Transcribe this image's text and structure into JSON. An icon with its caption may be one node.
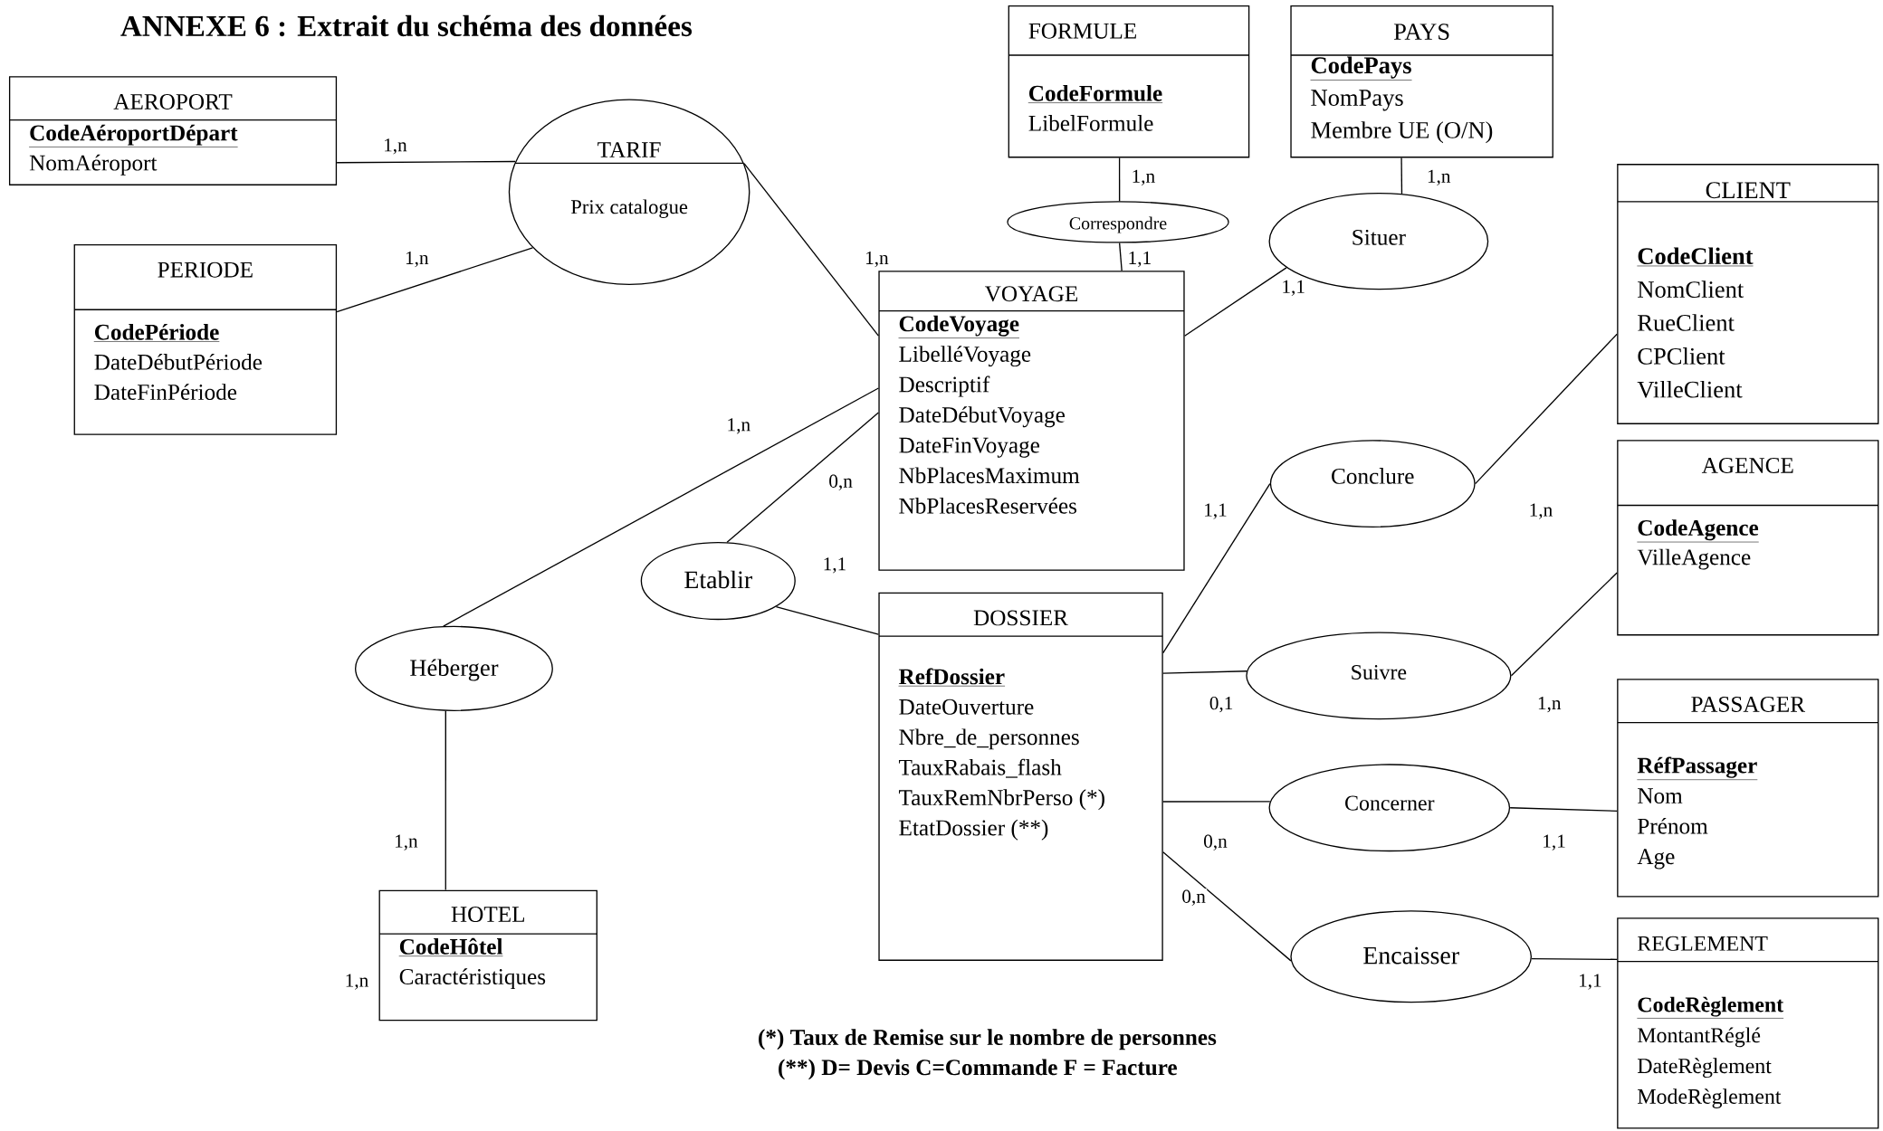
{
  "diagram": {
    "title": "ANNEXE 6 : Extrait du schéma des données",
    "nodes": [
      {
        "text": [
          "AEROPORT",
          "CodeAéroportDépart",
          "NomAéroport"
        ]
      },
      {
        "text": [
          "TARIF",
          "Prix catalogue"
        ]
      },
      {
        "text": [
          "PERIODE",
          "CodePériode",
          "DateDébutPériode",
          "DateFinPériode"
        ]
      },
      {
        "text": [
          "FORMULE",
          "CodeFormule",
          "LibelFormule"
        ]
      },
      {
        "text": [
          "Correspondre"
        ]
      },
      {
        "text": [
          "PAYS",
          "CodePays",
          "NomPays",
          "Membre UE (O/N)"
        ]
      },
      {
        "text": [
          "Situer"
        ]
      },
      {
        "text": [
          "CLIENT",
          "CodeClient",
          "NomClient",
          "RueClient",
          "CPClient",
          "VilleClient"
        ]
      },
      {
        "text": [
          "VOYAGE",
          "CodeVoyage",
          "LibelléVoyage",
          "Descriptif",
          "DateDébutVoyage",
          "DateFinVoyage",
          "NbPlacesMaximum",
          "NbPlacesReservées"
        ]
      },
      {
        "text": [
          "Conclure"
        ]
      },
      {
        "text": [
          "AGENCE",
          "CodeAgence",
          "VilleAgence"
        ]
      },
      {
        "text": [
          "Etablir"
        ]
      },
      {
        "text": [
          "DOSSIER",
          "RefDossier",
          "DateOuverture",
          "Nbre_de_personnes",
          "TauxRabais_flash",
          "TauxRemNbrPerso (*)",
          "EtatDossier (**)"
        ]
      },
      {
        "text": [
          "Héberger"
        ]
      },
      {
        "text": [
          "Suivre"
        ]
      },
      {
        "text": [
          "PASSAGER",
          "RéfPassager",
          "Nom",
          "Prénom",
          "Age"
        ]
      },
      {
        "text": [
          "Concerner"
        ]
      },
      {
        "text": [
          "HOTEL",
          "CodeHôtel",
          "Caractéristiques"
        ]
      },
      {
        "text": [
          "Encaisser"
        ]
      },
      {
        "text": [
          "REGLEMENT",
          "CodeRèglement",
          "MontantRéglé",
          "DateRèglement",
          "ModeRèglement"
        ]
      }
    ],
    "edges": [
      {
        "from": 0,
        "to": 1,
        "arrow": "none",
        "label": "1,n"
      },
      {
        "from": 2,
        "to": 1,
        "arrow": "none",
        "label": "1,n"
      },
      {
        "from": 1,
        "to": 8,
        "arrow": "none",
        "label": "1,n"
      },
      {
        "from": 3,
        "to": 4,
        "arrow": "none",
        "label": "1,n"
      },
      {
        "from": 4,
        "to": 8,
        "arrow": "none",
        "label": "1,1"
      },
      {
        "from": 5,
        "to": 6,
        "arrow": "none",
        "label": "1,n"
      },
      {
        "from": 6,
        "to": 8,
        "arrow": "none",
        "label": "1,1"
      },
      {
        "from": 8,
        "to": 13,
        "arrow": "none",
        "label": "1,n"
      },
      {
        "from": 8,
        "to": 11,
        "arrow": "none",
        "label": "0,n"
      },
      {
        "from": 11,
        "to": 12,
        "arrow": "none",
        "label": "1,1"
      },
      {
        "from": 13,
        "to": 17,
        "arrow": "none",
        "label": "1,n"
      },
      {
        "from": 12,
        "to": 9,
        "arrow": "none",
        "label": "1,1"
      },
      {
        "from": 9,
        "to": 7,
        "arrow": "none",
        "label": "1,n"
      },
      {
        "from": 12,
        "to": 14,
        "arrow": "none",
        "label": "0,1"
      },
      {
        "from": 14,
        "to": 10,
        "arrow": "none",
        "label": "1,n"
      },
      {
        "from": 12,
        "to": 16,
        "arrow": "none",
        "label": "0,n"
      },
      {
        "from": 16,
        "to": 15,
        "arrow": "none",
        "label": "1,1"
      },
      {
        "from": 12,
        "to": 18,
        "arrow": "none",
        "label": "0,n"
      },
      {
        "from": 18,
        "to": 19,
        "arrow": "none",
        "label": "1,1"
      }
    ],
    "labels": [
      "1,n",
      "(*) Taux de Remise sur le nombre de personnes",
      "(**) D= Devis  C=Commande F = Facture"
    ]
  }
}
